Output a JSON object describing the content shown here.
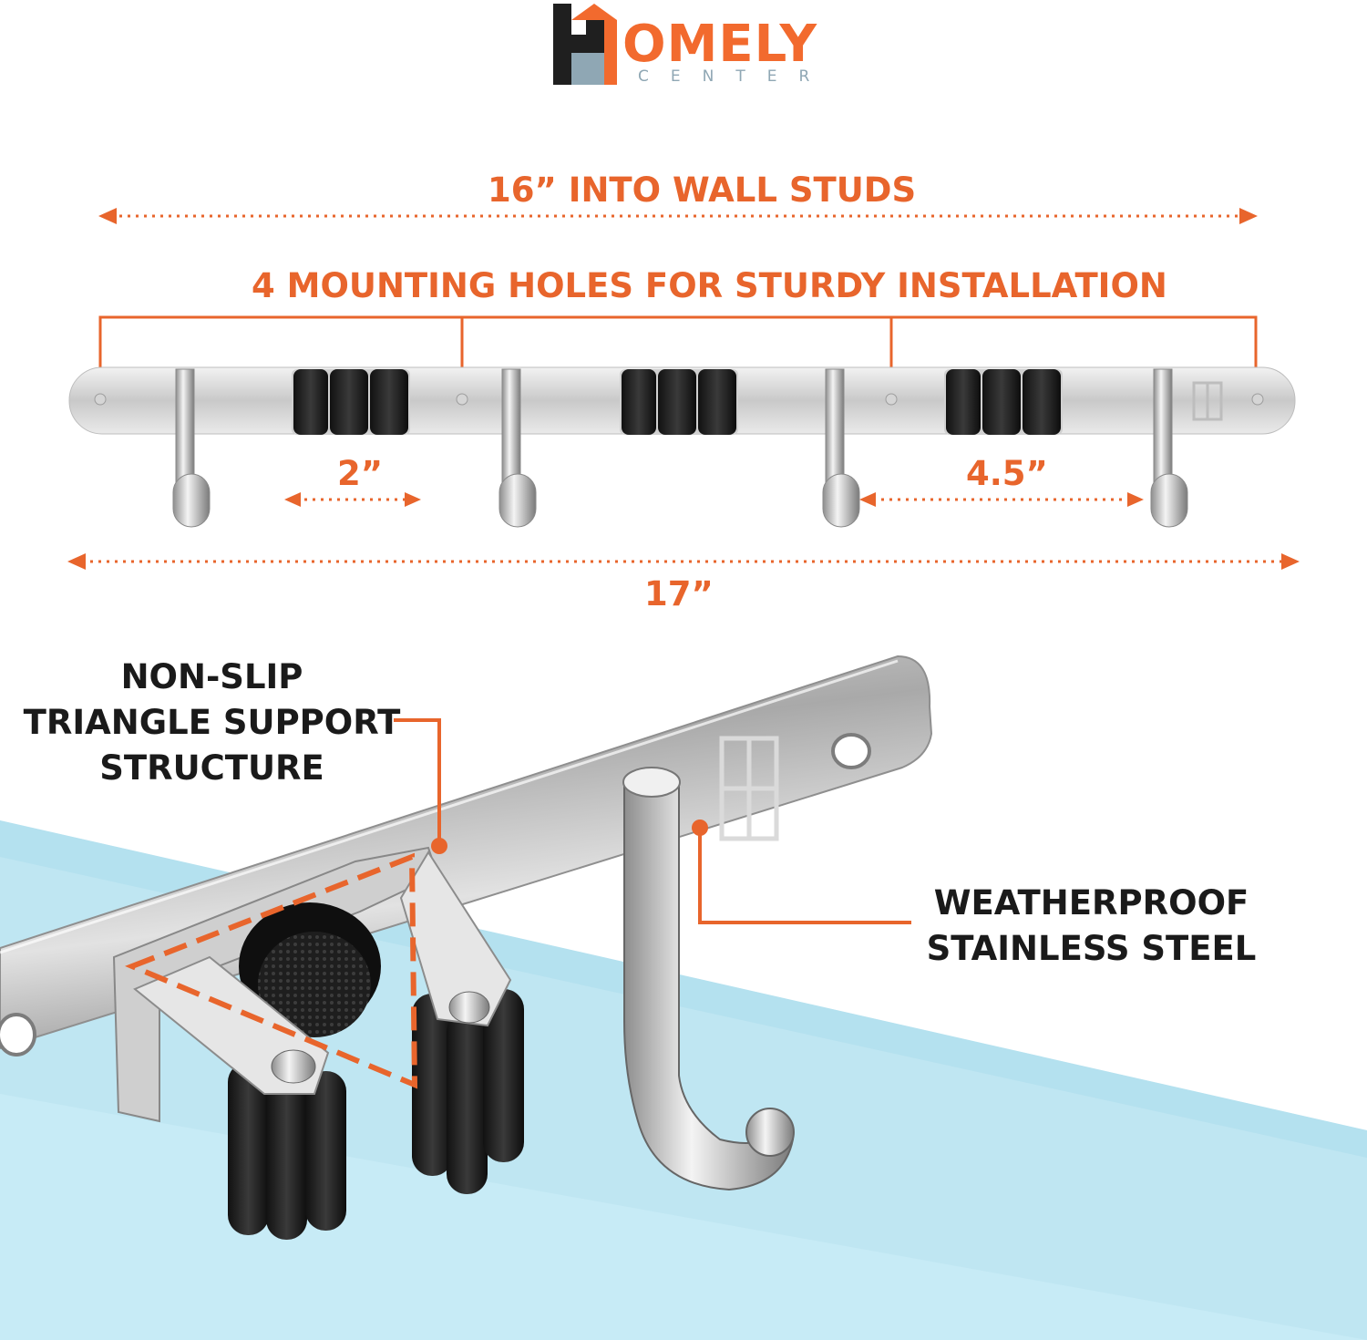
{
  "brand": {
    "logo_word": "OMELY",
    "logo_sub": "CENTER",
    "colors": {
      "orange": "#f26a2e",
      "dark": "#1f1f1f",
      "steel_blue": "#8fa7b4"
    }
  },
  "dimensions": {
    "studs": "16” INTO WALL STUDS",
    "holes": "4 MOUNTING HOLES FOR STURDY INSTALLATION",
    "clip_width": "2”",
    "hook_spacing": "4.5”",
    "total_length": "17”"
  },
  "callouts": {
    "support": [
      "NON-SLIP",
      "TRIANGLE SUPPORT",
      "STRUCTURE"
    ],
    "material": [
      "WEATHERPROOF",
      "STAINLESS STEEL"
    ]
  }
}
